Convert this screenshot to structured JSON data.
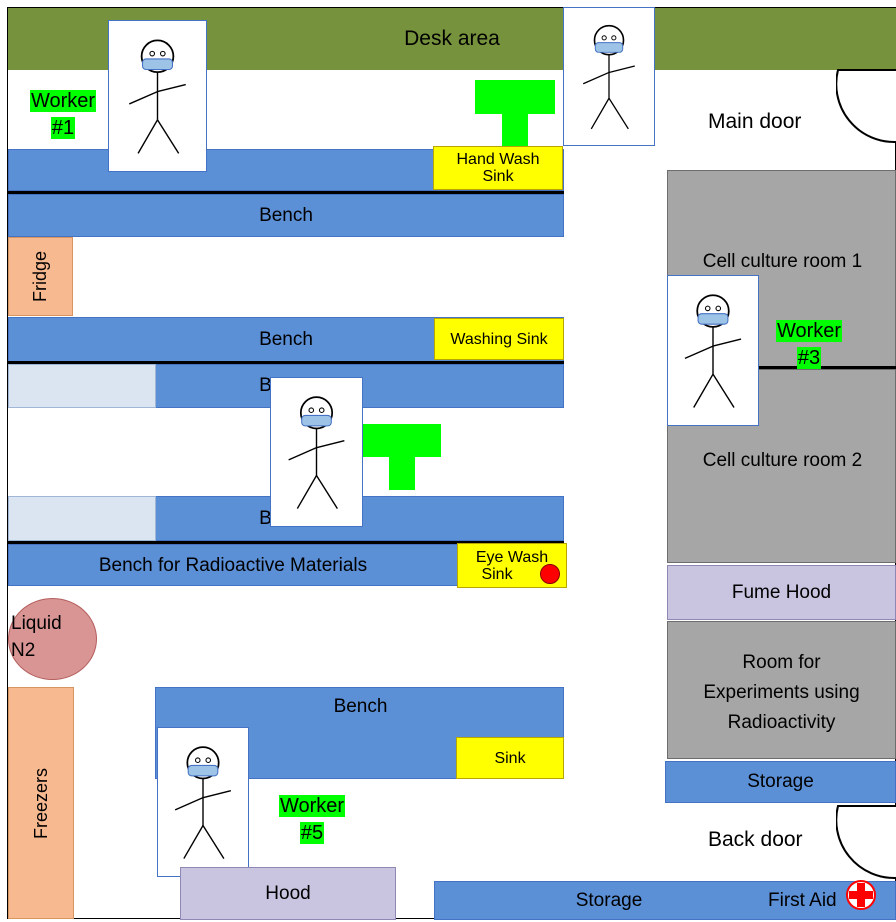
{
  "labels": {
    "desk_area": "Desk area",
    "main_door": "Main door",
    "back_door": "Back door",
    "hand_wash_sink_line1": "Hand Wash",
    "hand_wash_sink_line2": "Sink",
    "bench_1": "Bench",
    "fridge": "Fridge",
    "bench_2": "Bench",
    "washing_sink": "Washing Sink",
    "bench_3": "Bench",
    "bench_4": "Bench",
    "bench_radioactive": "Bench for Radioactive Materials",
    "eye_wash_sink_line1": "Eye Wash",
    "eye_wash_sink_line2": "Sink",
    "liquid_n2_line1": "Liquid",
    "liquid_n2_line2": "N2",
    "freezers": "Freezers",
    "bench_5": "Bench",
    "sink": "Sink",
    "hood": "Hood",
    "storage_bottom": "Storage",
    "first_aid": "First Aid",
    "cell_culture_room_1": "Cell culture room 1",
    "cell_culture_room_2": "Cell culture room 2",
    "fume_hood": "Fume Hood",
    "room_radioactivity_line1": "Room for",
    "room_radioactivity_line2": "Experiments using",
    "room_radioactivity_line3": "Radioactivity",
    "storage_right": "Storage"
  },
  "workers": {
    "worker1_line1": "Worker",
    "worker1_line2": "#1",
    "worker3_line1": "Worker",
    "worker3_line2": "#3",
    "worker5_line1": "Worker",
    "worker5_line2": "#5"
  },
  "colors": {
    "desk_area": "#76923c",
    "bench": "#5b8fd6",
    "sink": "#ffff00",
    "worker_label": "#00ff00",
    "safety_shower": "#00ff00",
    "fridge_freezers": "#f7b98f",
    "hood": "#c9c4e0",
    "rooms": "#a6a6a6",
    "liquid_n2": "#d99594"
  },
  "icons": {
    "person": "stick-figure-with-mask-icon",
    "safety_shower": "t-shaped-safety-shower-icon",
    "first_aid": "red-cross-icon",
    "alarm": "red-dot-icon",
    "door": "door-swing-icon"
  }
}
